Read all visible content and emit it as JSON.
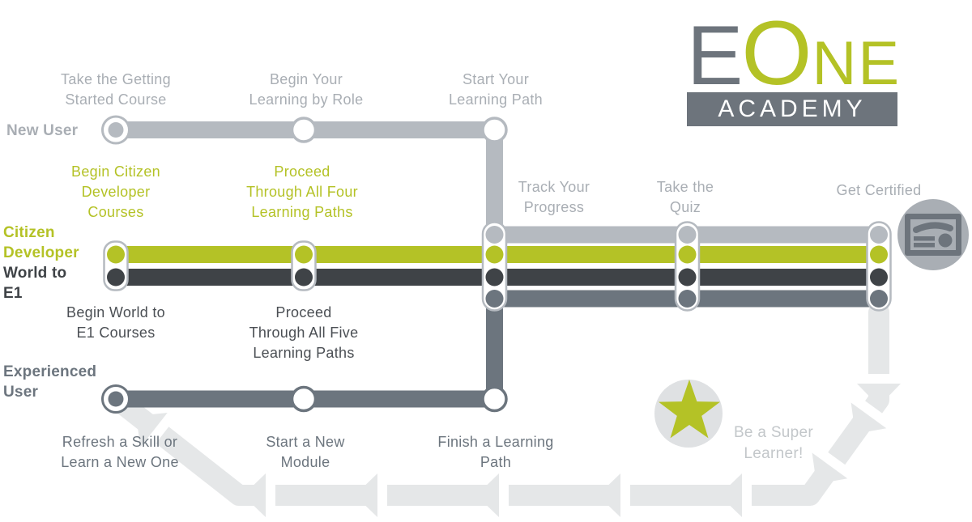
{
  "brand": {
    "logo_e": "E",
    "logo_o": "O",
    "logo_ne": "NE",
    "logo_academy": "ACADEMY"
  },
  "colors": {
    "green": "#b4c226",
    "light_gray_line": "#b5bac0",
    "dark_gray_line": "#3f4347",
    "mid_gray_line": "#6c757e",
    "pale_arrow_path": "#e5e7e8",
    "label_gray": "#a9aeb4",
    "logo_gray": "#6d747c"
  },
  "tracks": {
    "new_user": {
      "label": "New User",
      "stations": {
        "s1": "Take the Getting\nStarted Course",
        "s2": "Begin Your\nLearning by Role",
        "s3": "Start Your\nLearning Path"
      }
    },
    "citizen_developer": {
      "label": "Citizen\nDeveloper",
      "stations": {
        "s1": "Begin Citizen\nDeveloper\nCourses",
        "s2": "Proceed\nThrough All Four\nLearning Paths"
      }
    },
    "world_to_e1": {
      "label": "World to\nE1",
      "stations": {
        "s1": "Begin World to\nE1 Courses",
        "s2": "Proceed\nThrough All Five\nLearning Paths"
      }
    },
    "experienced_user": {
      "label": "Experienced\nUser",
      "stations": {
        "s1": "Refresh a Skill or\nLearn a New One",
        "s2": "Start a New\nModule",
        "s3": "Finish a Learning\nPath"
      }
    },
    "shared": {
      "s1": "Track Your\nProgress",
      "s2": "Take the\nQuiz",
      "s3": "Get Certified"
    }
  },
  "loop": {
    "message": "Be a Super\nLearner!"
  }
}
